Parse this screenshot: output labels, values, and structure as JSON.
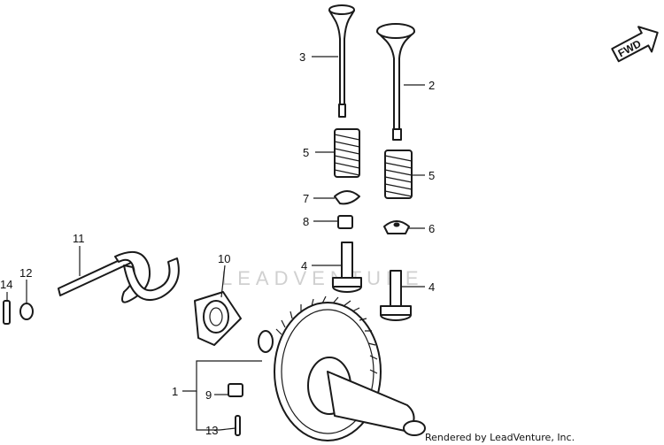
{
  "watermark": "LEADVENTURE",
  "credit": "Rendered by LeadVenture, Inc.",
  "direction_marker": "FWD",
  "callouts": {
    "c1": "1",
    "c2": "2",
    "c3": "3",
    "c4a": "4",
    "c4b": "4",
    "c5a": "5",
    "c5b": "5",
    "c6": "6",
    "c7": "7",
    "c8": "8",
    "c9": "9",
    "c10": "10",
    "c11": "11",
    "c12": "12",
    "c13": "13",
    "c14": "14"
  }
}
